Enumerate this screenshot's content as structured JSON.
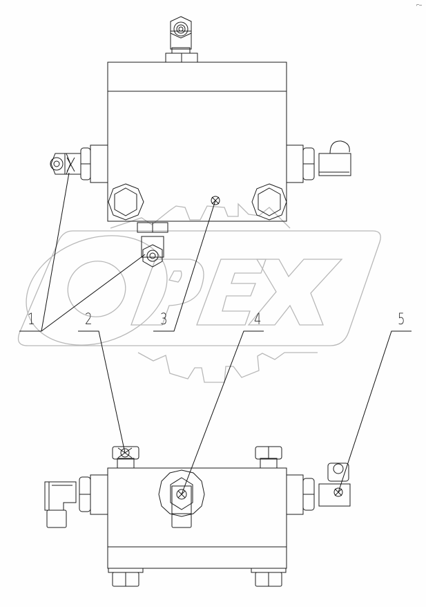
{
  "drawing": {
    "type": "technical assembly drawing",
    "subject": "hydraulic valve block with fittings",
    "views": [
      "top-view",
      "front-view"
    ],
    "watermark": {
      "text": "OPEX",
      "color": "#b8b8b8"
    },
    "corner_mark": "⌐–"
  },
  "callouts": [
    {
      "id": "1",
      "label": "1"
    },
    {
      "id": "2",
      "label": "2"
    },
    {
      "id": "3",
      "label": "3"
    },
    {
      "id": "4",
      "label": "4"
    },
    {
      "id": "5",
      "label": "5"
    }
  ],
  "colors": {
    "line": "#1a1a1a",
    "watermark": "#b8b8b8",
    "background": "#fefefe"
  }
}
